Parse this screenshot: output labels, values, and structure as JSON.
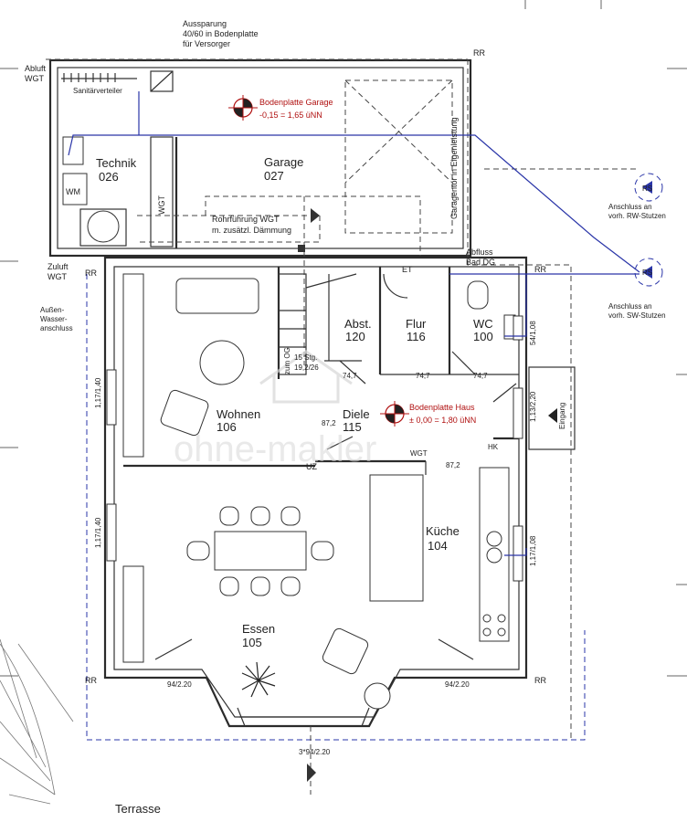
{
  "rooms": {
    "technik": {
      "name": "Technik",
      "number": "026"
    },
    "garage": {
      "name": "Garage",
      "number": "027"
    },
    "wohnen": {
      "name": "Wohnen",
      "number": "106"
    },
    "abst": {
      "name": "Abst.",
      "number": "120"
    },
    "flur": {
      "name": "Flur",
      "number": "116"
    },
    "wc": {
      "name": "WC",
      "number": "100"
    },
    "diele": {
      "name": "Diele",
      "number": "115"
    },
    "kueche": {
      "name": "Küche",
      "number": "104"
    },
    "essen": {
      "name": "Essen",
      "number": "105"
    },
    "terrasse": {
      "name": "Terrasse"
    }
  },
  "annotations": {
    "aussparung": [
      "Aussparung",
      "40/60 in Bodenplatte",
      "für Versorger"
    ],
    "abluft": [
      "Abluft",
      "WGT"
    ],
    "zuluft": [
      "Zuluft",
      "WGT"
    ],
    "sanitaerverteiler": "Sanitärverteiler",
    "wm": "WM",
    "wgt": "WGT",
    "bodenplatte_garage": {
      "label": "Bodenplatte Garage",
      "level": "-0,15 = 1,65 üNN"
    },
    "bodenplatte_haus": {
      "label": "Bodenplatte Haus",
      "level": "± 0,00 = 1,80 üNN"
    },
    "rohrfuehrung": [
      "Rohrführung WGT",
      "m. zusätzl. Dämmung"
    ],
    "garagentor": "Garagentor in Eigenleistung",
    "abfluss": [
      "Abfluss",
      "Bad DG"
    ],
    "anschluss_rw": [
      "Anschluss an",
      "vorh. RW-Stutzen"
    ],
    "anschluss_sw": [
      "Anschluss an",
      "vorh. SW-Stutzen"
    ],
    "rs": "RS",
    "rr": "RR",
    "et": "ET",
    "hk": "HK",
    "uz": "UZ",
    "aussen_wasser": [
      "Außen-",
      "Wasser-",
      "anschluss"
    ],
    "stairs": [
      "15 Stg.",
      "19,2/26"
    ],
    "zum_og": "zum OG",
    "eingang": "Eingang",
    "watermark": "ohne-makler"
  },
  "dimensions": {
    "d_74_7a": "74,7",
    "d_74_7b": "74,7",
    "d_74_7c": "74,7",
    "d_87_2a": "87,2",
    "d_87_2b": "87,2",
    "d_54_108": "54/1,08",
    "d_113_220": "1,13/2,20",
    "d_117_140a": "1,17/1,40",
    "d_117_140b": "1,17/1,40",
    "d_117_108": "1,17/1,08",
    "d_94_220a": "94/2.20",
    "d_94_220b": "94/2.20",
    "d_3x94_220": "3*94/2.20"
  }
}
